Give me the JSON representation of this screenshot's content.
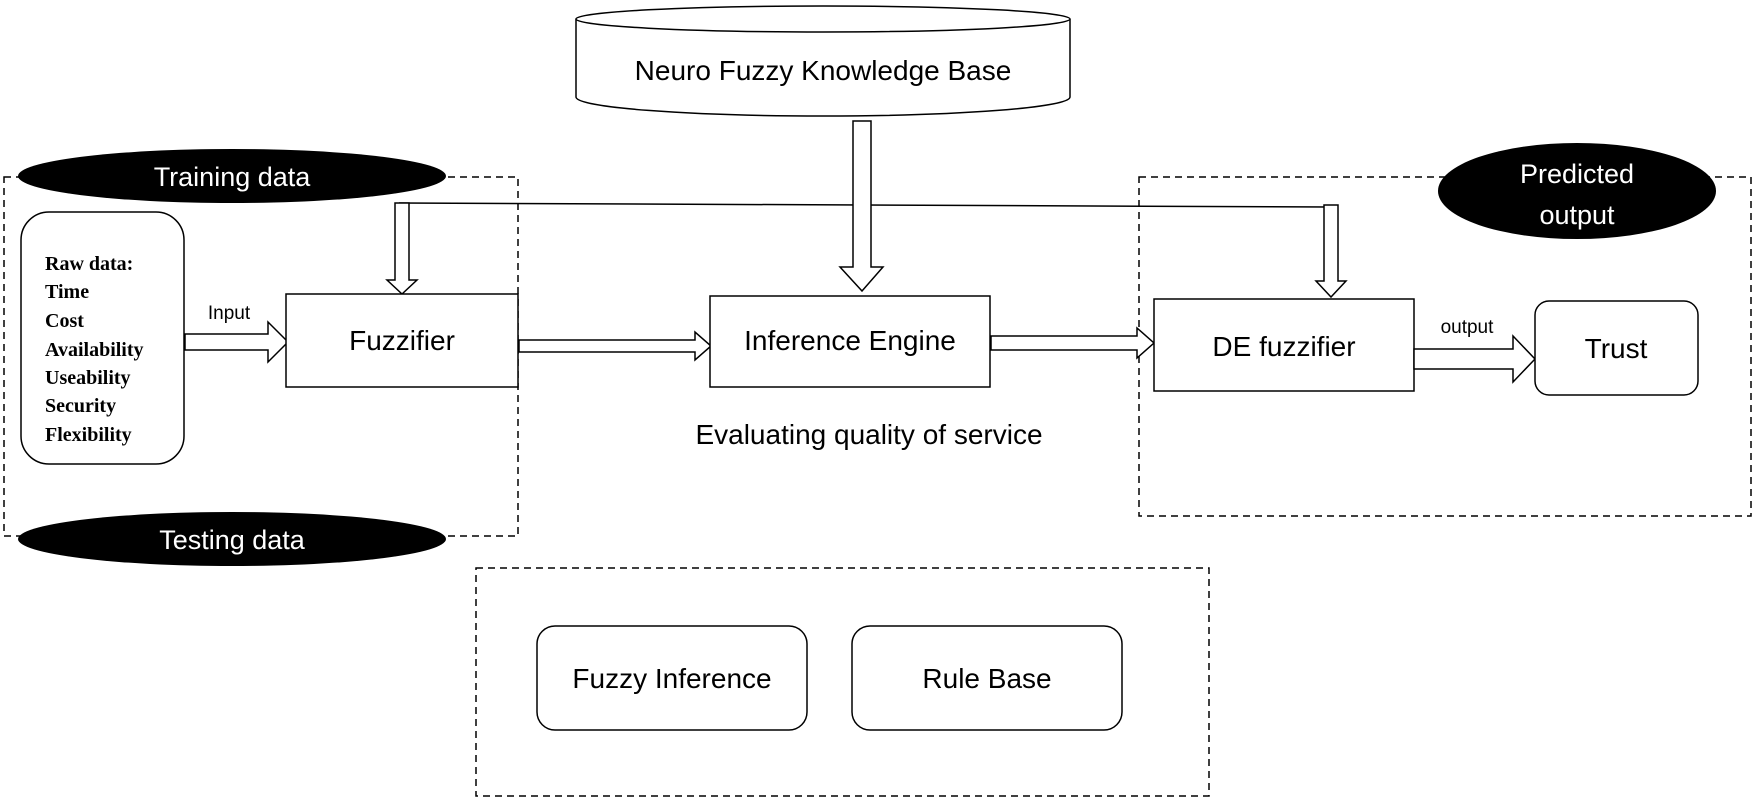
{
  "database": {
    "label": "Neuro Fuzzy Knowledge Base"
  },
  "ellipses": {
    "training": "Training data",
    "testing": "Testing data",
    "predicted_line1": "Predicted",
    "predicted_line2": "output"
  },
  "raw_data": {
    "title": "Raw data:",
    "items": [
      "Time",
      "Cost",
      "Availability",
      "Useability",
      "Security",
      "Flexibility"
    ]
  },
  "arrows": {
    "input_label": "Input",
    "output_label": "output"
  },
  "boxes": {
    "fuzzifier": "Fuzzifier",
    "inference_engine": "Inference Engine",
    "de_fuzzifier": "DE fuzzifier",
    "trust": "Trust",
    "fuzzy_inference": "Fuzzy Inference",
    "rule_base": "Rule Base"
  },
  "caption": "Evaluating quality of service"
}
